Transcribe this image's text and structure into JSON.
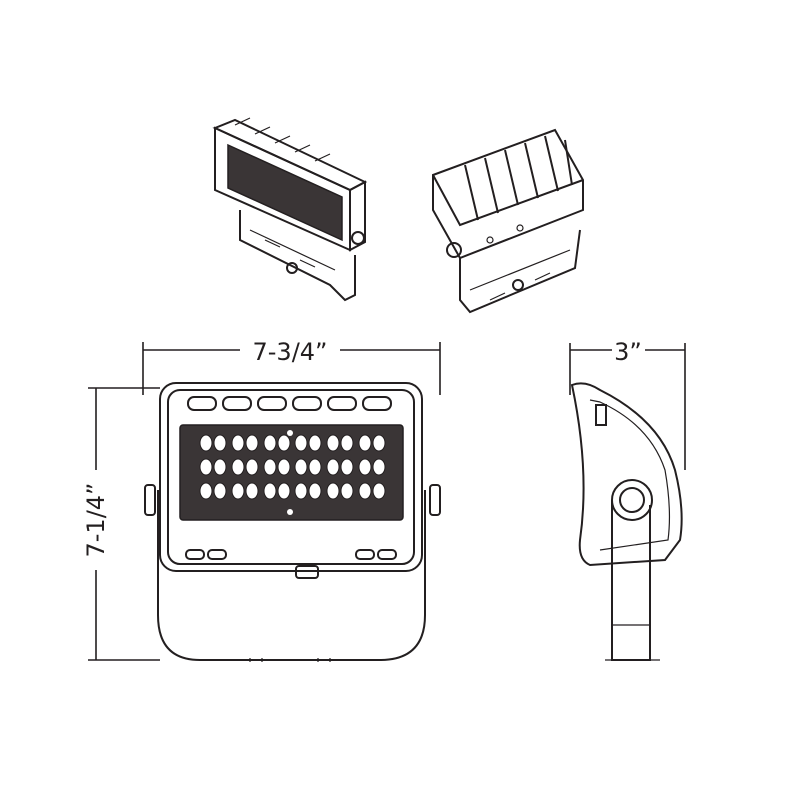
{
  "dimensions": {
    "width_label": "7-3/4”",
    "depth_label": "3”",
    "height_label": "7-1/4”"
  }
}
